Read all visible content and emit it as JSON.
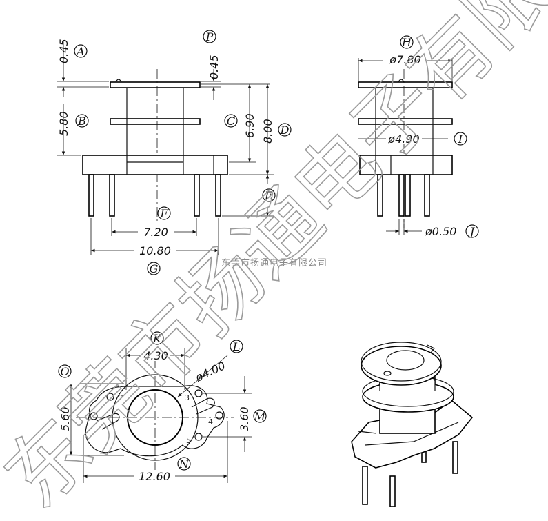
{
  "watermark": {
    "text": "东莞市扬通电子有限公司"
  },
  "company_label": "东莞市扬通电子有限公司",
  "front_view": {
    "dims": {
      "a": "0.45",
      "p": "0.45",
      "b": "5.80",
      "c": "6.90",
      "d": "8.00",
      "f": "7.20",
      "g": "10.80"
    },
    "tags": {
      "a": "A",
      "p": "P",
      "b": "B",
      "c": "C",
      "d": "D",
      "e": "E",
      "f": "F",
      "g": "G"
    }
  },
  "side_view": {
    "dims": {
      "h": "ø7.80",
      "i": "ø4.90",
      "j": "ø0.50"
    },
    "tags": {
      "h": "H",
      "i": "I",
      "j": "J"
    }
  },
  "bottom_view": {
    "dims": {
      "k": "4.30",
      "l": "ø4.00",
      "m": "3.60",
      "o": "5.60",
      "n": "12.60"
    },
    "tags": {
      "k": "K",
      "l": "L",
      "m": "M",
      "o": "O",
      "n": "N"
    },
    "pins": [
      "2",
      "3",
      "4",
      "5"
    ]
  }
}
